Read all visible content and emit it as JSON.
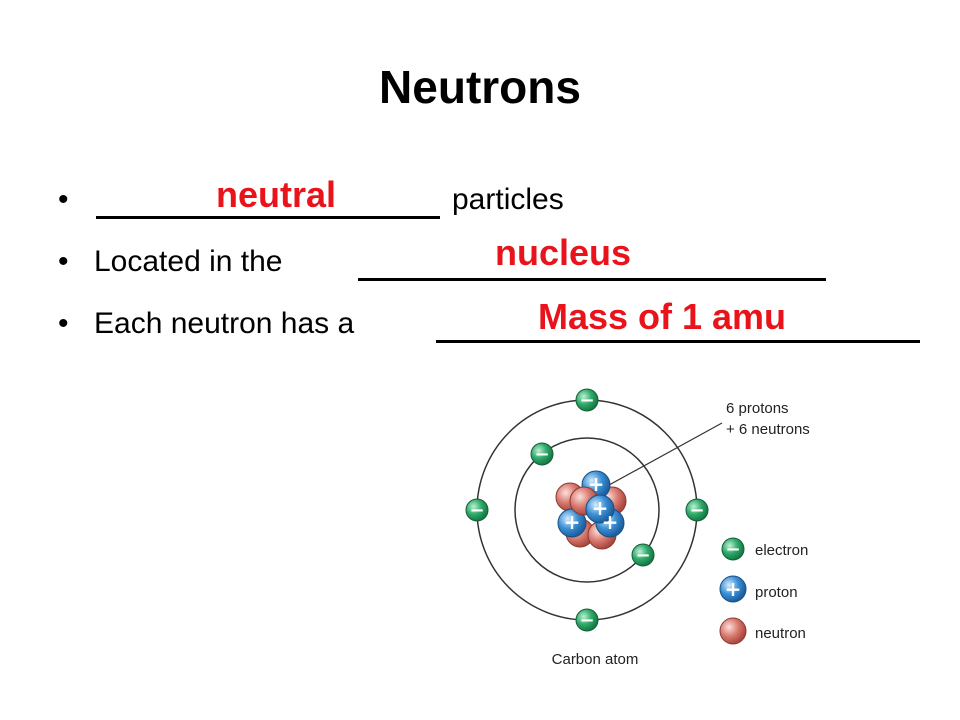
{
  "slide": {
    "title": "Neutrons",
    "bullets": [
      {
        "prefix": "",
        "suffix": "particles",
        "answer": "neutral"
      },
      {
        "prefix": "Located in the",
        "suffix": "",
        "answer": "nucleus"
      },
      {
        "prefix": "Each neutron has a",
        "suffix": "",
        "answer": "Mass of 1 amu"
      }
    ],
    "bullet_glyph": "•"
  },
  "diagram": {
    "nucleus_label_line1": "6 protons",
    "nucleus_label_line2": "+ 6 neutrons",
    "caption": "Carbon atom",
    "electron_sign": "−",
    "proton_sign": "+",
    "legend": [
      {
        "label": "electron"
      },
      {
        "label": "proton"
      },
      {
        "label": "neutron"
      }
    ],
    "colors": {
      "electron": "#2eaa6a",
      "proton": "#3a8fd6",
      "neutron": "#d97a70",
      "orbit": "#333333",
      "answer": "#e8131b"
    }
  }
}
